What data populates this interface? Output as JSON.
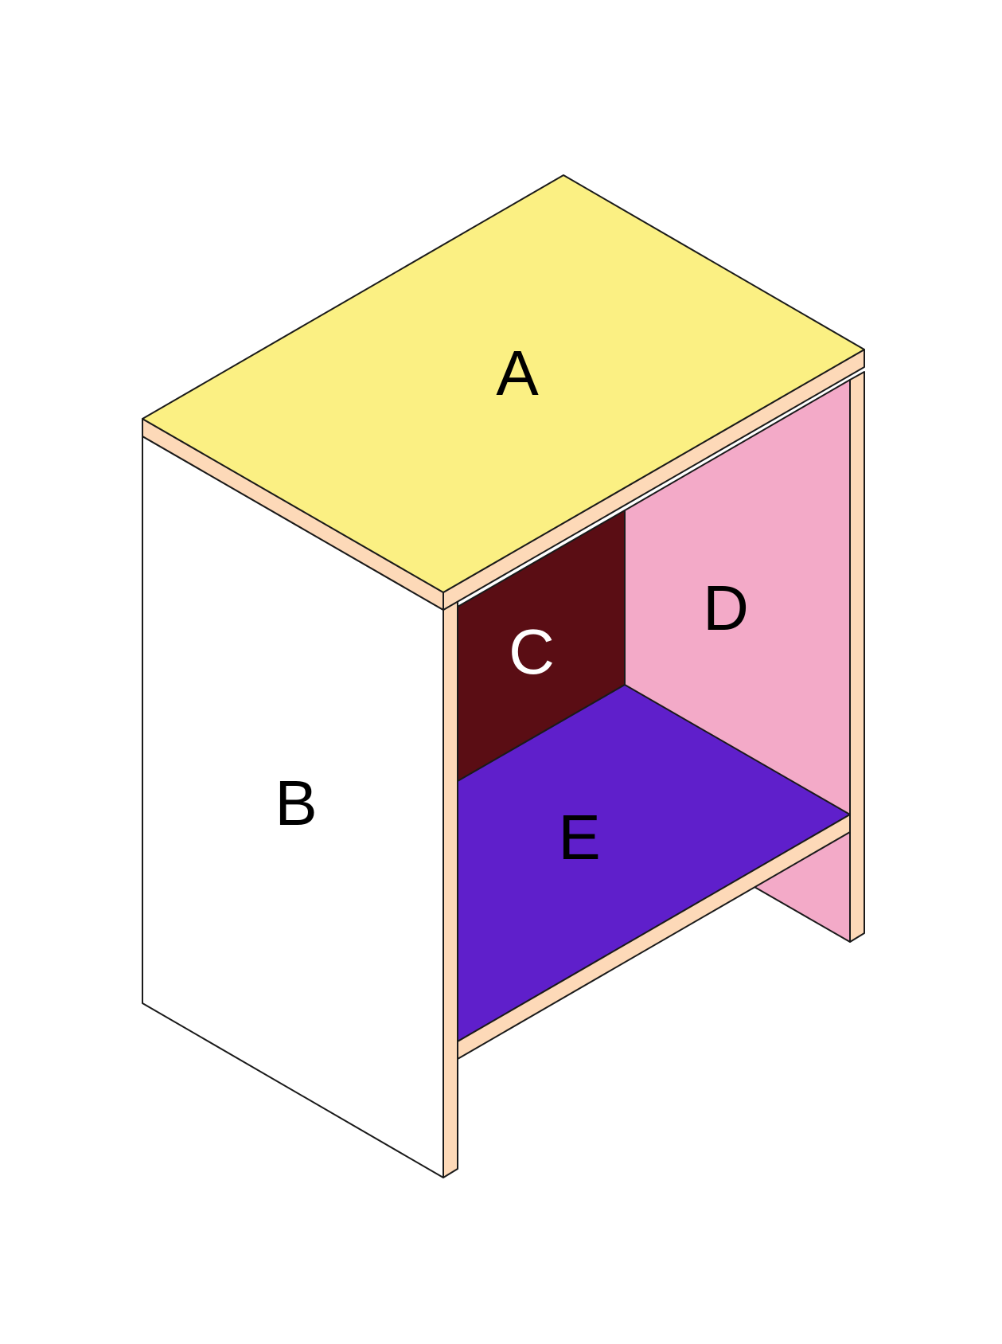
{
  "panels": {
    "a": {
      "label": "A",
      "color": "#fbf083"
    },
    "b": {
      "label": "B",
      "color": "#ffffff"
    },
    "c": {
      "label": "C",
      "color": "#5a0d14"
    },
    "d": {
      "label": "D",
      "color": "#f3aac8"
    },
    "e": {
      "label": "E",
      "color": "#5f1fcb"
    }
  },
  "colors": {
    "board_edge": "#fdd9b8",
    "outline": "#1a1a1a",
    "label_dark": "#000000",
    "label_light": "#ffffff"
  }
}
